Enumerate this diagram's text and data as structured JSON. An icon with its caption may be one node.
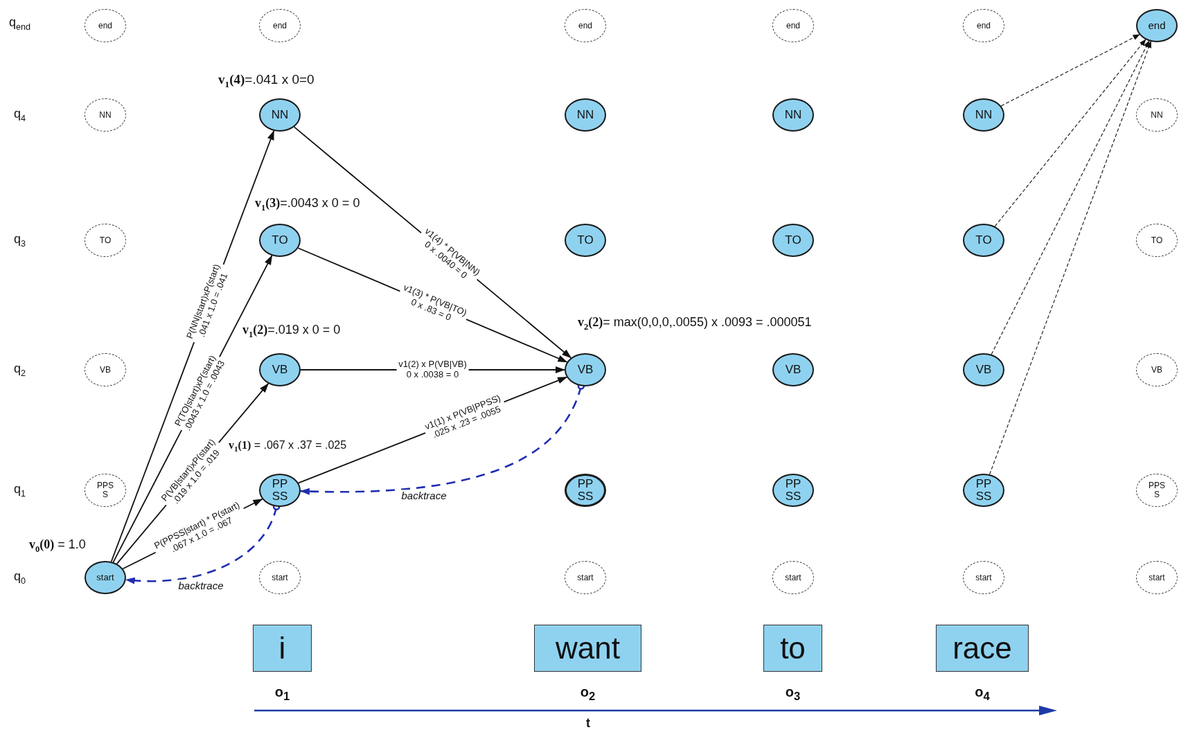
{
  "diagram": {
    "nodes": [
      {
        "text": [
          "end"
        ]
      },
      {
        "text": [
          "end"
        ]
      },
      {
        "text": [
          "end"
        ]
      },
      {
        "text": [
          "end"
        ]
      },
      {
        "text": [
          "end"
        ]
      },
      {
        "text": [
          "end"
        ]
      },
      {
        "text": [
          "NN"
        ]
      },
      {
        "text": [
          "NN"
        ]
      },
      {
        "text": [
          "NN"
        ]
      },
      {
        "text": [
          "NN"
        ]
      },
      {
        "text": [
          "NN"
        ]
      },
      {
        "text": [
          "NN"
        ]
      },
      {
        "text": [
          "TO"
        ]
      },
      {
        "text": [
          "TO"
        ]
      },
      {
        "text": [
          "TO"
        ]
      },
      {
        "text": [
          "TO"
        ]
      },
      {
        "text": [
          "TO"
        ]
      },
      {
        "text": [
          "TO"
        ]
      },
      {
        "text": [
          "VB"
        ]
      },
      {
        "text": [
          "VB"
        ]
      },
      {
        "text": [
          "VB"
        ]
      },
      {
        "text": [
          "VB"
        ]
      },
      {
        "text": [
          "VB"
        ]
      },
      {
        "text": [
          "VB"
        ]
      },
      {
        "text": [
          "PPSS"
        ]
      },
      {
        "text": [
          "PPSS"
        ]
      },
      {
        "text": [
          "PPSS"
        ]
      },
      {
        "text": [
          "PPSS"
        ]
      },
      {
        "text": [
          "PPSS"
        ]
      },
      {
        "text": [
          "PPSS"
        ]
      },
      {
        "text": [
          "start"
        ]
      },
      {
        "text": [
          "start"
        ]
      },
      {
        "text": [
          "start"
        ]
      },
      {
        "text": [
          "start"
        ]
      },
      {
        "text": [
          "start"
        ]
      },
      {
        "text": [
          "start"
        ]
      },
      {
        "text": [
          "i"
        ],
        "beside": [
          "o$_{1}$"
        ]
      },
      {
        "text": [
          "want"
        ],
        "beside": [
          "o$_{2}$"
        ]
      },
      {
        "text": [
          "to"
        ],
        "beside": [
          "o$_{3}$"
        ]
      },
      {
        "text": [
          "race"
        ],
        "beside": [
          "o$_{4}$"
        ]
      }
    ],
    "edges": [
      {
        "from": 30,
        "to": 7,
        "arrow": "to",
        "label": "P(NN|start)xP(start) .041 x 1.0 = .041"
      },
      {
        "from": 30,
        "to": 13,
        "arrow": "to",
        "label": "P(TO|start)xP(start) .0043 x 1.0 = .0043"
      },
      {
        "from": 30,
        "to": 19,
        "arrow": "to",
        "label": "P(VB|start)xP(start) .019 x 1.0 = .019"
      },
      {
        "from": 30,
        "to": 25,
        "arrow": "to",
        "label": "P(PPSS|start) * P(start) .067 x 1.0 = .067"
      },
      {
        "from": 7,
        "to": 20,
        "arrow": "to",
        "label": "v1(4) * P(VB|NN) 0 x .0040 = 0"
      },
      {
        "from": 13,
        "to": 20,
        "arrow": "to",
        "label": "v1(3) * P(VB|TO) 0 x .83 = 0"
      },
      {
        "from": 19,
        "to": 20,
        "arrow": "to",
        "label": "v1(2) x P(VB|VB) 0 x .0038 = 0"
      },
      {
        "from": 25,
        "to": 20,
        "arrow": "to",
        "label": "v1(1) x P(VB|PPSS) .025 x .23 = .0055"
      },
      {
        "from": 10,
        "to": 5,
        "arrow": "to",
        "style": "dashed"
      },
      {
        "from": 16,
        "to": 5,
        "arrow": "to",
        "style": "dashed"
      },
      {
        "from": 22,
        "to": 5,
        "arrow": "to",
        "style": "dashed"
      },
      {
        "from": 28,
        "to": 5,
        "arrow": "to",
        "style": "dashed"
      },
      {
        "from": 20,
        "to": 25,
        "arrow": "to",
        "style": "dashed",
        "color": "#1f2db0",
        "label": "backtrace"
      },
      {
        "from": 25,
        "to": 30,
        "arrow": "to",
        "style": "dashed",
        "color": "#1f2db0",
        "label": "backtrace"
      }
    ],
    "labels": [
      "q$_{end}$",
      "**v**$_{1}$**(4)**=.041 x 0=0",
      "q$_{4}$",
      "**v**$_{1}$**(3)**=.0043 x 0 = 0",
      "q$_{3}$",
      "**v**$_{1}$**(2)**=.019 x 0 = 0",
      "**v**$_{2}$**(2)**= max(0,0,0,.0055) x .0093 = .000051",
      "q$_{2}$",
      "**v**$_{1}$**(1)** = .067 x .37 = .025",
      "q$_{1}$",
      "**v**$_{0}$**(0)** = 1.0",
      "q$_{0}$",
      "t"
    ]
  }
}
